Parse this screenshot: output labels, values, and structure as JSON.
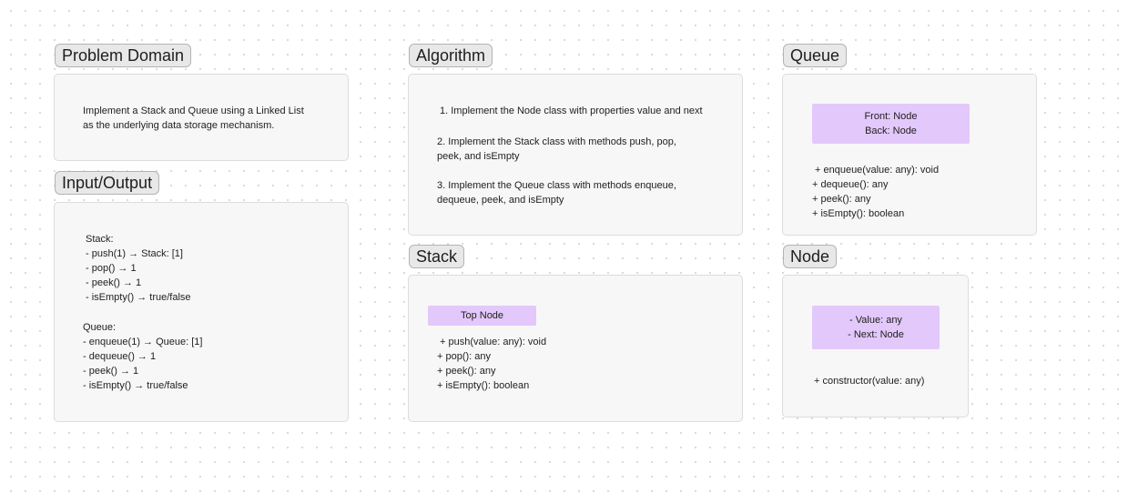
{
  "problem_domain": {
    "title": "Problem Domain",
    "lines": [
      "Implement a Stack and Queue using a Linked List",
      "as the underlying data storage mechanism."
    ]
  },
  "input_output": {
    "title": "Input/Output",
    "stack_lines": [
      "Stack:",
      "- push(1) → Stack: [1]",
      "- pop() → 1",
      "- peek() → 1",
      "- isEmpty() → true/false"
    ],
    "queue_lines": [
      "Queue:",
      "- enqueue(1) → Queue: [1]",
      "- dequeue() → 1",
      "- peek() → 1",
      "- isEmpty() → true/false"
    ]
  },
  "algorithm": {
    "title": "Algorithm",
    "step1": "1. Implement the Node class with properties value and next",
    "step2_lines": [
      "2. Implement the Stack class with methods push, pop,",
      "peek, and isEmpty"
    ],
    "step3_lines": [
      "3. Implement the Queue class with methods enqueue,",
      "dequeue, peek, and isEmpty"
    ]
  },
  "stack": {
    "title": "Stack",
    "pill": "Top Node",
    "methods": [
      "+ push(value: any): void",
      "+ pop(): any",
      "+ peek(): any",
      "+ isEmpty(): boolean"
    ]
  },
  "queue": {
    "title": "Queue",
    "pill_lines": [
      "Front: Node",
      "Back: Node"
    ],
    "methods": [
      "+ enqueue(value: any): void",
      "+ dequeue(): any",
      "+ peek(): any",
      "+ isEmpty(): boolean"
    ]
  },
  "node": {
    "title": "Node",
    "pill_lines": [
      "- Value: any",
      "- Next: Node"
    ],
    "methods": [
      "+ constructor(value: any)"
    ]
  },
  "colors": {
    "pill": "#e3c8fb",
    "card": "#f7f7f7",
    "label": "#e8e8e8"
  }
}
